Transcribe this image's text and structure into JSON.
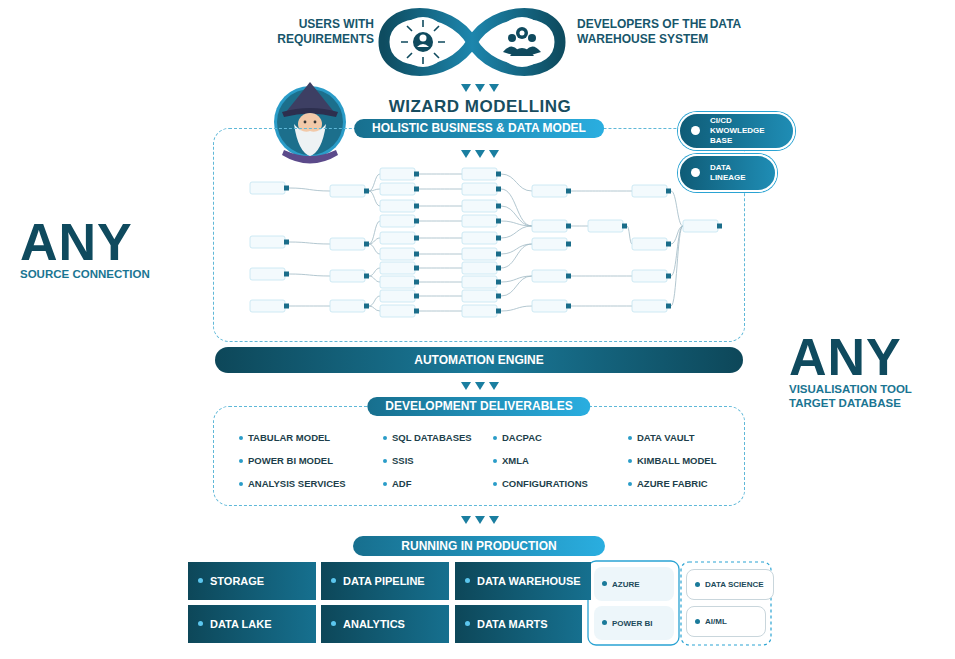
{
  "diagram": {
    "title": "WIZARD MODELLING",
    "nodes": [
      {
        "text": [
          "HOLISTIC BUSINESS & DATA MODEL"
        ]
      },
      {
        "text": [
          "CI/CD KWOWLEDGE BASE"
        ]
      },
      {
        "text": [
          "DATA LINEAGE"
        ]
      },
      {
        "text": [
          "AUTOMATION ENGINE"
        ]
      },
      {
        "text": [
          "DEVELOPMENT DELIVERABLES"
        ]
      },
      {
        "text": [
          "RUNNING IN PRODUCTION"
        ]
      },
      {
        "text": [
          "STORAGE"
        ]
      },
      {
        "text": [
          "DATA PIPELINE"
        ]
      },
      {
        "text": [
          "DATA WAREHOUSE"
        ]
      },
      {
        "text": [
          "DATA LAKE"
        ]
      },
      {
        "text": [
          "ANALYTICS"
        ]
      },
      {
        "text": [
          "DATA MARTS"
        ]
      },
      {
        "text": [
          "AZURE"
        ]
      },
      {
        "text": [
          "POWER BI"
        ]
      },
      {
        "text": [
          "DATA SCIENCE"
        ]
      },
      {
        "text": [
          "AI/ML"
        ]
      }
    ],
    "labels": [
      "USERS WITH REQUIREMENTS",
      "DEVELOPERS OF THE DATA WAREHOUSE SYSTEM",
      "ANY",
      "SOURCE CONNECTION",
      "ANY",
      "VISUALISATION TOOL TARGET DATABASE",
      "TABULAR MODEL",
      "SQL DATABASES",
      "DACPAC",
      "DATA VAULT",
      "POWER BI MODEL",
      "SSIS",
      "XMLA",
      "KIMBALL MODEL",
      "ANALYSIS SERVICES",
      "ADF",
      "CONFIGURATIONS",
      "AZURE FABRIC"
    ]
  }
}
